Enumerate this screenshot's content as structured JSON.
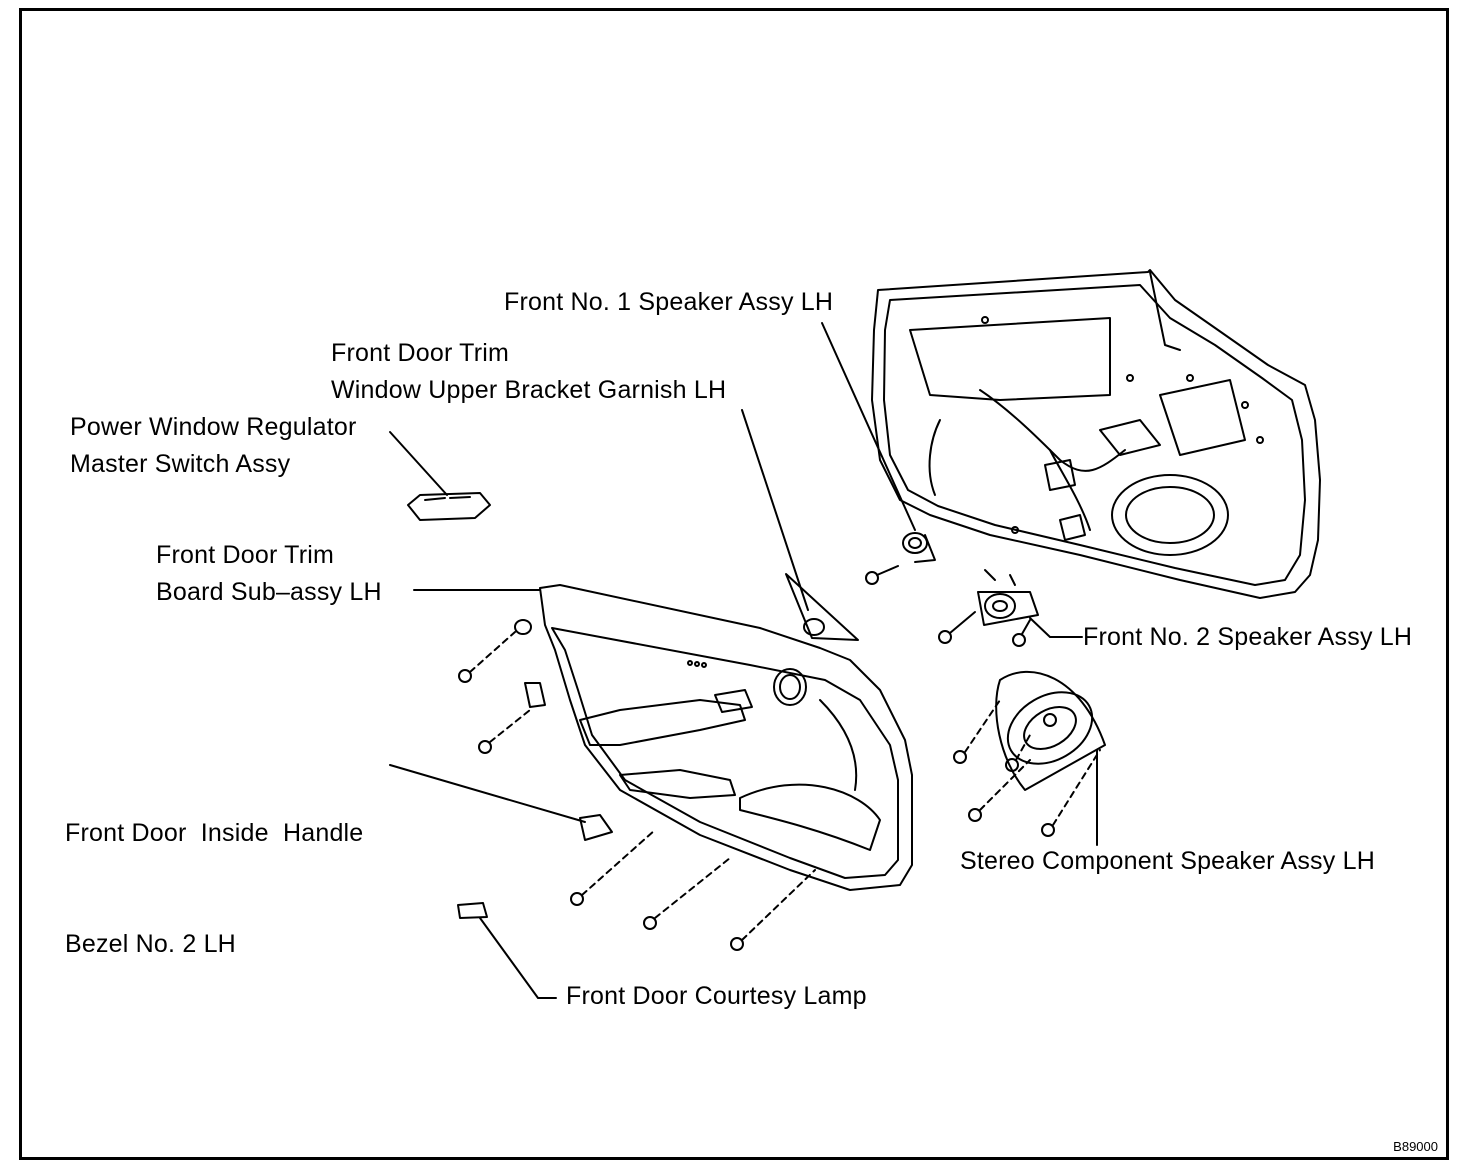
{
  "labels": {
    "front_no1_speaker": "Front No. 1 Speaker Assy LH",
    "window_garnish_line1": "Front Door Trim",
    "window_garnish_line2": "Window Upper Bracket Garnish LH",
    "master_switch_line1": "Power Window Regulator",
    "master_switch_line2": "Master Switch Assy",
    "trim_board_line1": "Front Door Trim",
    "trim_board_line2": "Board Sub–assy LH",
    "front_no2_speaker": "Front No. 2 Speaker Assy LH",
    "inside_handle_line1": "Front Door  Inside  Handle",
    "inside_handle_line2": "Bezel No. 2 LH",
    "stereo_component_speaker": "Stereo Component Speaker Assy LH",
    "courtesy_lamp": "Front Door Courtesy Lamp"
  },
  "figure_code": "B89000"
}
